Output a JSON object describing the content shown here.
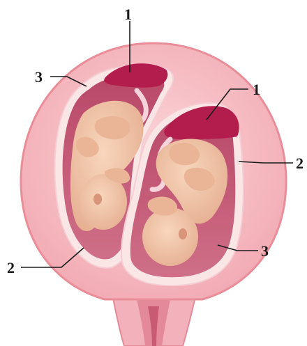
{
  "labels": {
    "top_left_placenta": "1",
    "right_placenta": "1",
    "left_outer_membrane": "3",
    "right_inner_membrane": "2",
    "bottom_left_membrane": "2",
    "bottom_right_membrane": "3"
  },
  "colors": {
    "uterus_outer": "#f7c3c7",
    "uterus_rim": "#e98d99",
    "amniotic_cavity": "#c45a76",
    "placenta": "#b31d4e",
    "membrane": "#fbe6e6",
    "fetus_skin": "#f4c9a8",
    "fetus_shadow": "#e3a78a",
    "leader_line": "#1a1a1a"
  }
}
